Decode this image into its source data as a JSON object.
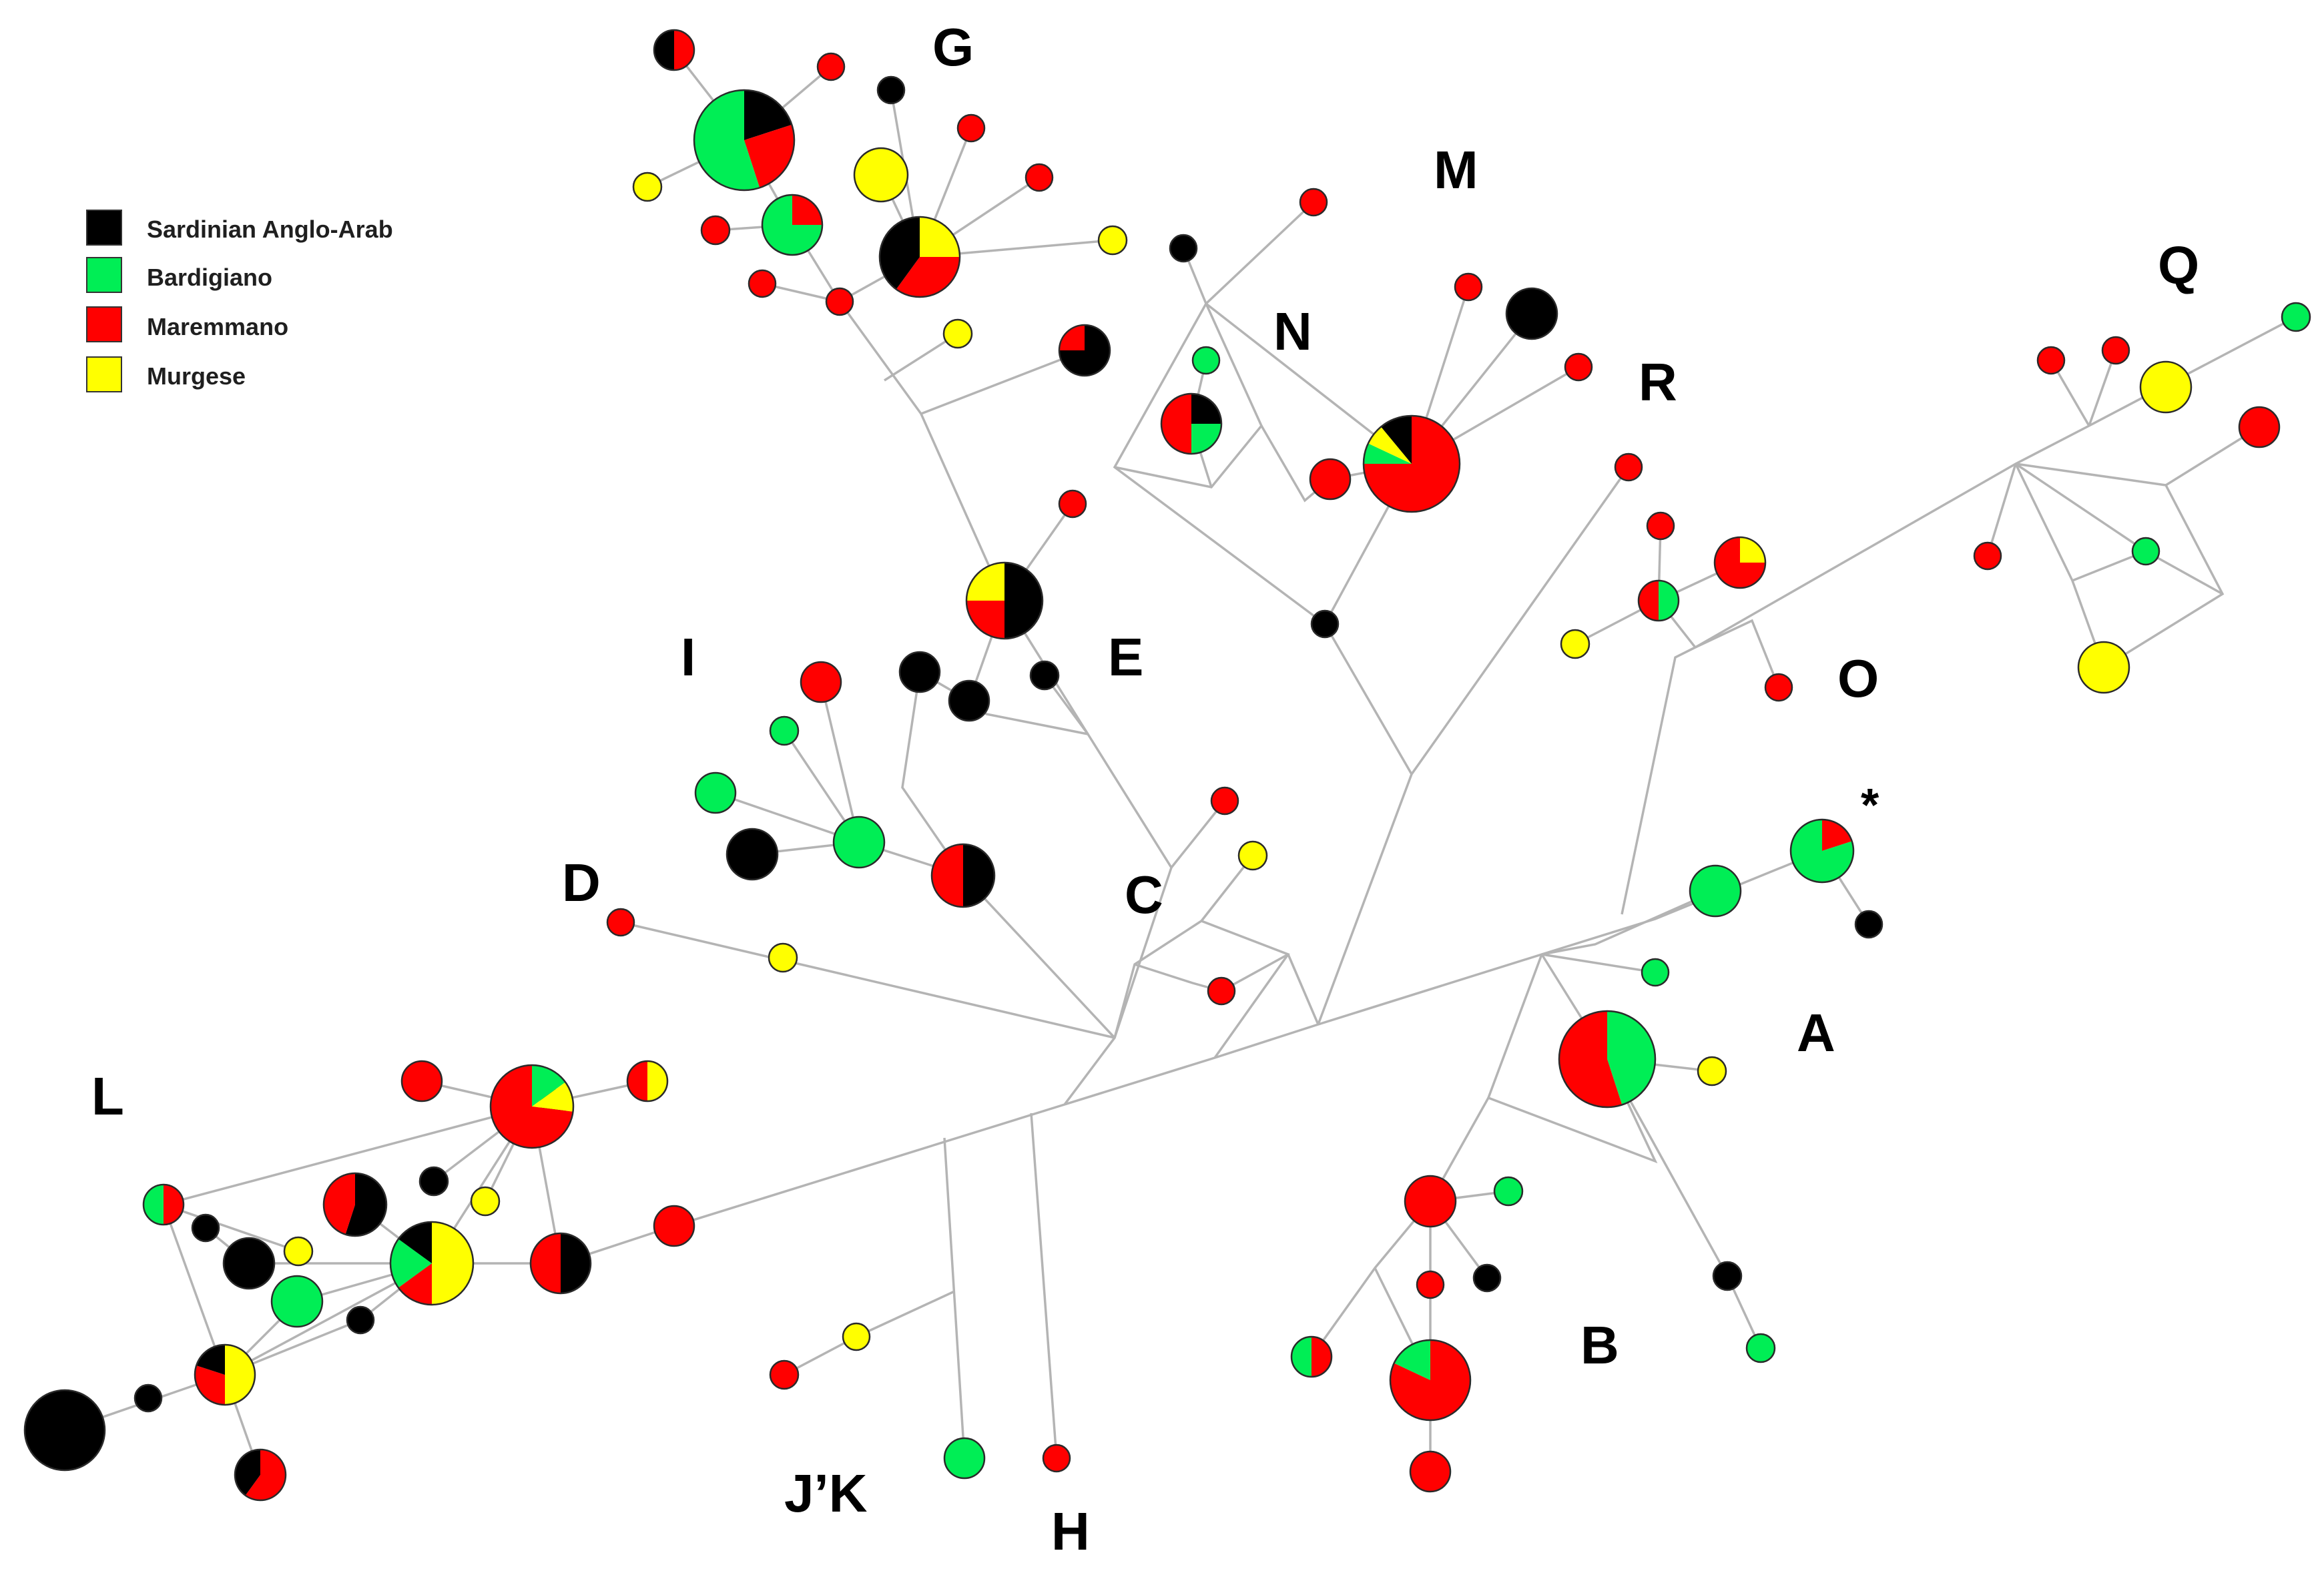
{
  "legend": [
    {
      "label": "Sardinian Anglo-Arab",
      "color": "#000000"
    },
    {
      "label": "Bardigiano",
      "color": "#00ee55"
    },
    {
      "label": "Maremmano",
      "color": "#ff0000"
    },
    {
      "label": "Murgese",
      "color": "#ffff00"
    }
  ],
  "haplogroup_labels": [
    "G",
    "M",
    "N",
    "R",
    "Q",
    "O",
    "I",
    "E",
    "D",
    "C",
    "A",
    "L",
    "B",
    "J’K",
    "H",
    "*"
  ],
  "colors": {
    "edge": "#b4b4b4",
    "outline": "#2a2a2a"
  }
}
